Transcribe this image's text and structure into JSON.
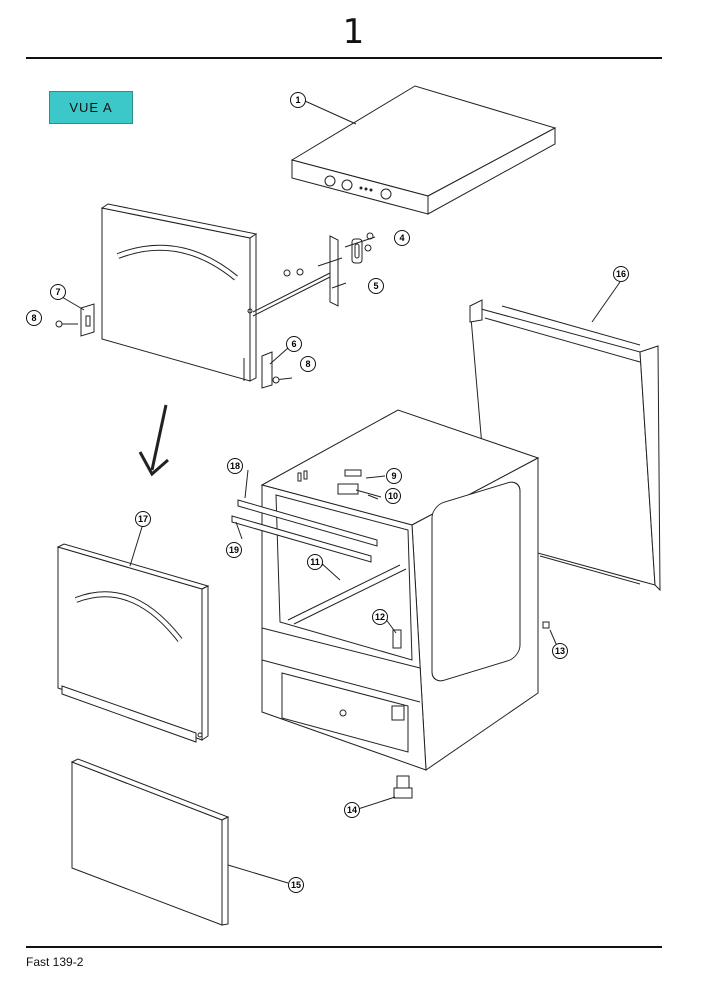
{
  "page_number": "1",
  "view_label": "VUE A",
  "footer": "Fast 139-2",
  "callouts": [
    {
      "id": "c1",
      "label": "1"
    },
    {
      "id": "c4",
      "label": "4"
    },
    {
      "id": "c5",
      "label": "5"
    },
    {
      "id": "c6",
      "label": "6"
    },
    {
      "id": "c7",
      "label": "7"
    },
    {
      "id": "c8a",
      "label": "8"
    },
    {
      "id": "c8b",
      "label": "8"
    },
    {
      "id": "c9",
      "label": "9"
    },
    {
      "id": "c10",
      "label": "10"
    },
    {
      "id": "c11",
      "label": "11"
    },
    {
      "id": "c12",
      "label": "12"
    },
    {
      "id": "c13",
      "label": "13"
    },
    {
      "id": "c14",
      "label": "14"
    },
    {
      "id": "c15",
      "label": "15"
    },
    {
      "id": "c16",
      "label": "16"
    },
    {
      "id": "c17",
      "label": "17"
    },
    {
      "id": "c18",
      "label": "18"
    },
    {
      "id": "c19",
      "label": "19"
    }
  ]
}
